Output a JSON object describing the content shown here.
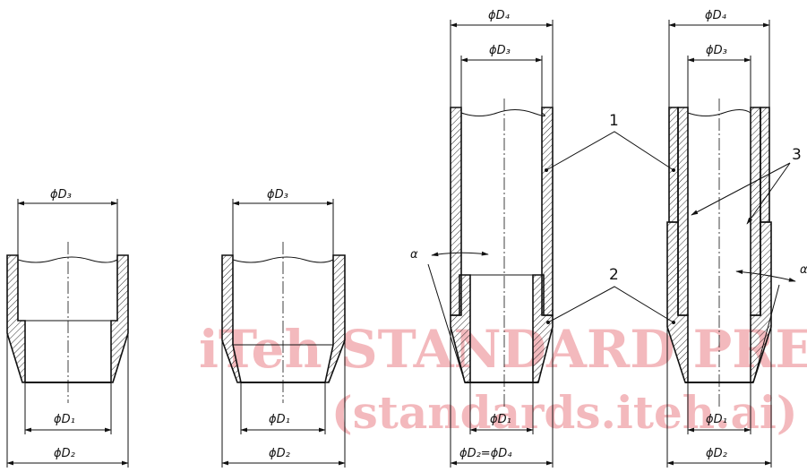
{
  "labels": {
    "d1": "ϕD₁",
    "d2": "ϕD₂",
    "d3": "ϕD₃",
    "d4": "ϕD₄",
    "d2_eq_d4": "ϕD₂=ϕD₄",
    "alpha": "α",
    "alpha_cut": "α",
    "callout_1": "1",
    "callout_2": "2",
    "callout_3": "3"
  },
  "watermark": {
    "line1": "iTeh STANDARD PREVIEW",
    "line2": "(standards.iteh.ai)"
  },
  "colors": {
    "ink": "#111111",
    "watermark": "#f3b9bd"
  }
}
